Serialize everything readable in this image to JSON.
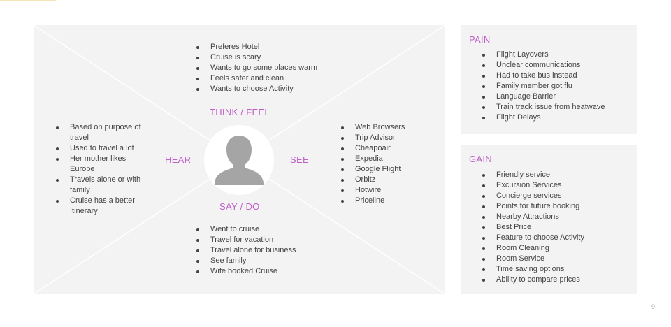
{
  "slide": {
    "page_number": "9"
  },
  "empathy_map": {
    "think_feel": {
      "title": "THINK / FEEL",
      "items": [
        "Preferes Hotel",
        "Cruise is scary",
        "Wants to go some places warm",
        "Feels safer and clean",
        "Wants to choose Activity"
      ]
    },
    "hear": {
      "title": "HEAR",
      "items": [
        "Based on purpose of travel",
        "Used to travel a lot",
        "Her mother likes Europe",
        "Travels alone or with family",
        "Cruise has a better Itinerary"
      ]
    },
    "see": {
      "title": "SEE",
      "items": [
        "Web Browsers",
        "Trip Advisor",
        "Cheapoair",
        "Expedia",
        "Google Flight",
        "Orbitz",
        "Hotwire",
        "Priceline"
      ]
    },
    "say_do": {
      "title": "SAY / DO",
      "items": [
        "Went to cruise",
        "Travel for vacation",
        "Travel alone for business",
        "See family",
        "Wife booked Cruise"
      ]
    },
    "center_icon": "user-silhouette-icon"
  },
  "pain": {
    "title": "PAIN",
    "items": [
      "Flight Layovers",
      "Unclear communications",
      "Had to take bus instead",
      "Family member got flu",
      "Language Barrier",
      "Train track issue from heatwave",
      "Flight Delays"
    ]
  },
  "gain": {
    "title": "GAIN",
    "items": [
      "Friendly service",
      "Excursion Services",
      "Concierge services",
      "Points for future booking",
      "Nearby Attractions",
      "Best Price",
      "Feature to choose Activity",
      "Room Cleaning",
      "Room Service",
      "Time saving options",
      "Ability to compare prices"
    ]
  },
  "colors": {
    "accent": "#c060c8",
    "panel_bg": "#f3f3f3",
    "text": "#444444",
    "avatar": "#a5a5a5"
  }
}
